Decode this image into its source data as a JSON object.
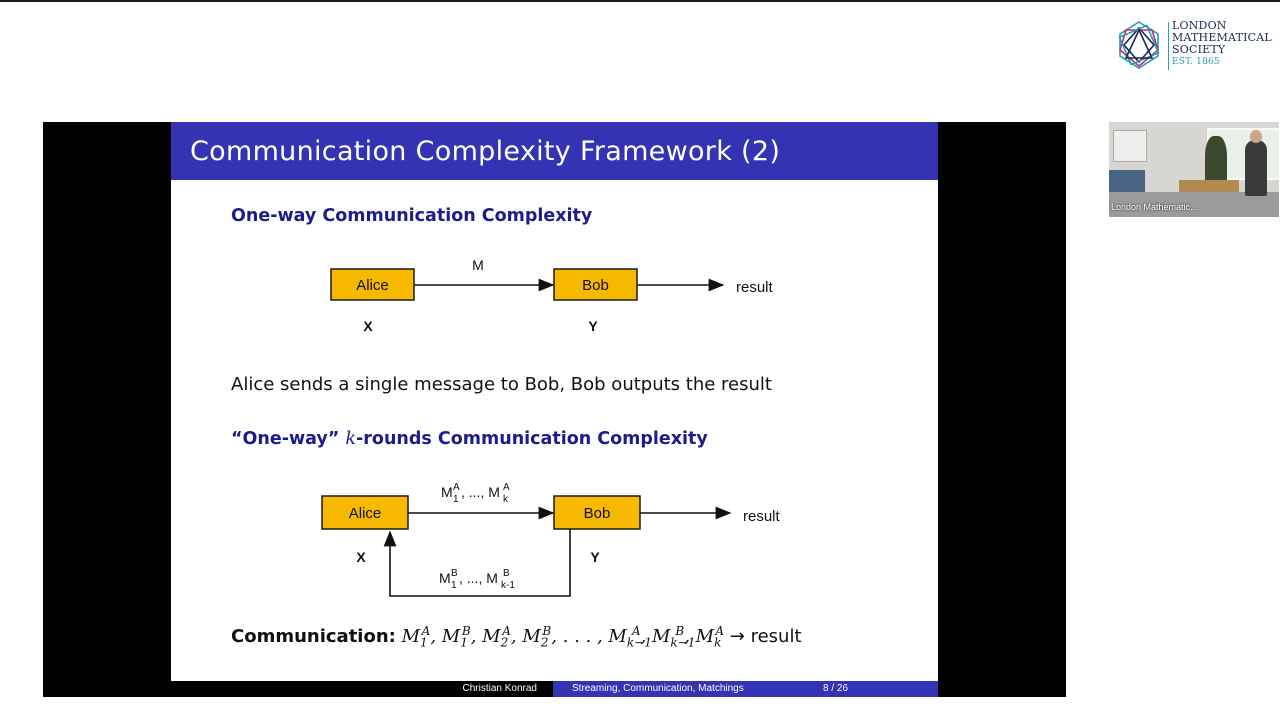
{
  "logo": {
    "line1": "LONDON",
    "line2": "MATHEMATICAL",
    "line3": "SOCIETY",
    "est": "EST. 1865"
  },
  "webcam": {
    "label": "London Mathematic..."
  },
  "slide": {
    "title": "Communication Complexity Framework (2)",
    "section1": {
      "heading": "One-way Communication Complexity",
      "alice": "Alice",
      "bob": "Bob",
      "message": "M",
      "result": "result",
      "x": "X",
      "y": "Y",
      "description": "Alice sends a single message to Bob, Bob outputs the result"
    },
    "section2": {
      "heading_quote": "“One-way”",
      "heading_k": "k",
      "heading_rest": "-rounds Communication Complexity",
      "alice": "Alice",
      "bob": "Bob",
      "result": "result",
      "x": "X",
      "y": "Y",
      "forward_msgs": "M1A, ..., MkA",
      "back_msgs": "M1B, ..., Mk-1B"
    },
    "communication": {
      "label": "Communication:",
      "sequence": "M1A, M1B, M2A, M2B, . . . , Mk−1A, Mk−1B, MkA",
      "arrow": "→",
      "result": "result"
    },
    "footer": {
      "author": "Christian Konrad",
      "talk": "Streaming, Communication, Matchings",
      "page": "8 / 26"
    }
  },
  "colors": {
    "title_bar": "#3333b3",
    "heading": "#1c1c8c",
    "box_fill": "#f7b800",
    "box_border": "#1a1a1a",
    "teal": "#2a9db0",
    "navy": "#1b2a55"
  }
}
